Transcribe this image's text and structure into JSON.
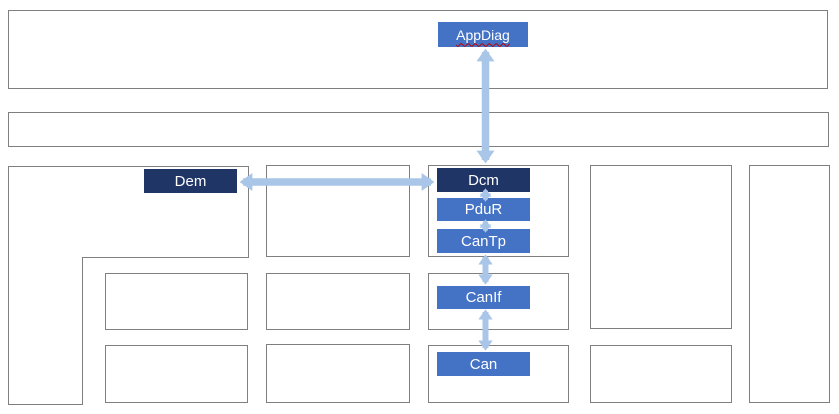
{
  "colors": {
    "accent": "#4472C4",
    "navy": "#1E3566",
    "arrow": "#A9C6E8",
    "border": "#7F7F7F",
    "background": "#FFFFFF",
    "misspell_underline": "#C00000",
    "node_text": "#FFFFFF"
  },
  "nodes": {
    "appdiag": {
      "label": "AppDiag"
    },
    "dem": {
      "label": "Dem"
    },
    "dcm": {
      "label": "Dcm"
    },
    "pdur": {
      "label": "PduR"
    },
    "cantp": {
      "label": "CanTp"
    },
    "canif": {
      "label": "CanIf"
    },
    "can": {
      "label": "Can"
    }
  },
  "connections": [
    {
      "from": "AppDiag",
      "to": "Dcm",
      "bidirectional": true
    },
    {
      "from": "Dcm",
      "to": "Dem",
      "bidirectional": true
    },
    {
      "from": "Dcm",
      "to": "PduR",
      "bidirectional": true
    },
    {
      "from": "PduR",
      "to": "CanTp",
      "bidirectional": true
    },
    {
      "from": "CanTp",
      "to": "CanIf",
      "bidirectional": true
    },
    {
      "from": "CanIf",
      "to": "Can",
      "bidirectional": true
    }
  ]
}
